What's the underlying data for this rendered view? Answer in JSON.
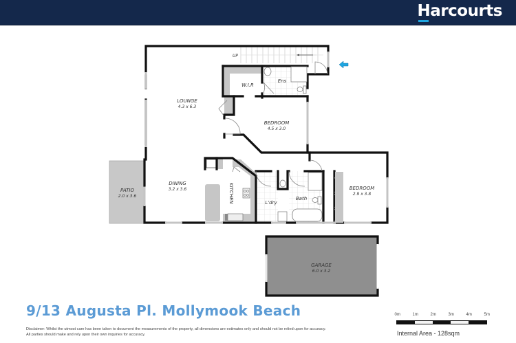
{
  "header": {
    "brand": "Harcourts",
    "background_color": "#14284b",
    "accent_color": "#1ea6e1"
  },
  "floorplan": {
    "stairs_label": "UP",
    "entry_arrow_icon": "entry-arrow-icon",
    "rooms": [
      {
        "name": "LOUNGE",
        "dims": "4.3 x 6.3"
      },
      {
        "name": "W.I.R",
        "dims": ""
      },
      {
        "name": "Ens",
        "dims": ""
      },
      {
        "name": "BEDROOM",
        "dims": "4.5 x 3.0"
      },
      {
        "name": "DINING",
        "dims": "3.2 x 3.6"
      },
      {
        "name": "PATIO",
        "dims": "2.0 x 3.6"
      },
      {
        "name": "KITCHEN",
        "dims": ""
      },
      {
        "name": "L'dry",
        "dims": ""
      },
      {
        "name": "Bath",
        "dims": ""
      },
      {
        "name": "BEDROOM",
        "dims": "2.9 x 3.8"
      },
      {
        "name": "GARAGE",
        "dims": "6.0 x 3.2"
      }
    ]
  },
  "footer": {
    "address": "9/13 Augusta Pl. Mollymook Beach",
    "address_color": "#5b9bd5",
    "disclaimer_line1": "Disclaimer: Whilst the utmost care has been taken to document the measurements of the property, all dimensions are estimates only and should not be relied upon for accuracy.",
    "disclaimer_line2": "All parties should make and rely upon their own inquiries for accuracy.",
    "scale_ticks": [
      "0m",
      "1m",
      "2m",
      "3m",
      "4m",
      "5m"
    ],
    "internal_area": "Internal Area - 128sqm"
  }
}
